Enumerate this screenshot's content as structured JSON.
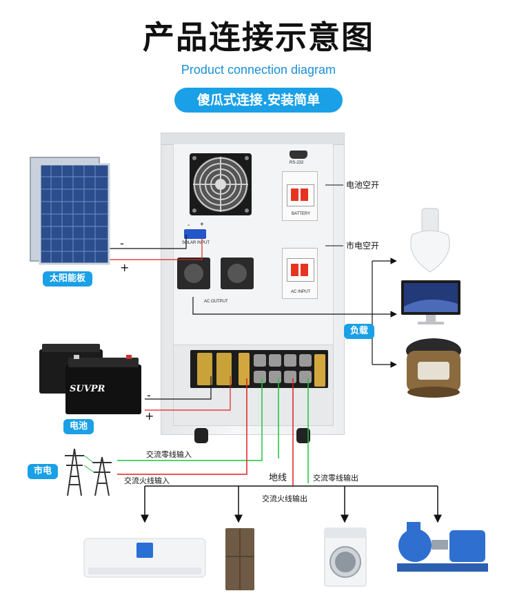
{
  "header": {
    "title": "产品连接示意图",
    "subtitle": "Product connection diagram",
    "badge": "傻瓜式连接.安装简单"
  },
  "inverter": {
    "port_rs232": "RS-232",
    "solar_input": "SOLAR INPUT",
    "solar_polarity_neg": "-",
    "solar_polarity_pos": "+",
    "ac_output": "AC OUTPUT",
    "battery_breaker": "BATTERY",
    "ac_input_breaker": "AC INPUT"
  },
  "labels": {
    "battery_switch": "电池空开",
    "mains_switch": "市电空开",
    "solar_panel": "太阳能板",
    "battery": "电池",
    "mains": "市电",
    "load": "负载",
    "ac_neutral_in": "交流零线输入",
    "ac_live_in": "交流火线输入",
    "ground": "地线",
    "ac_neutral_out": "交流零线输出",
    "ac_live_out": "交流火线输出",
    "solar_neg": "-",
    "solar_pos": "+",
    "battery_neg": "-",
    "battery_pos": "+"
  },
  "battery_brand": "SUVPR",
  "colors": {
    "accent": "#1aa0e6",
    "wire_red": "#e01f1f",
    "wire_green": "#19c63a",
    "wire_black": "#111111"
  }
}
